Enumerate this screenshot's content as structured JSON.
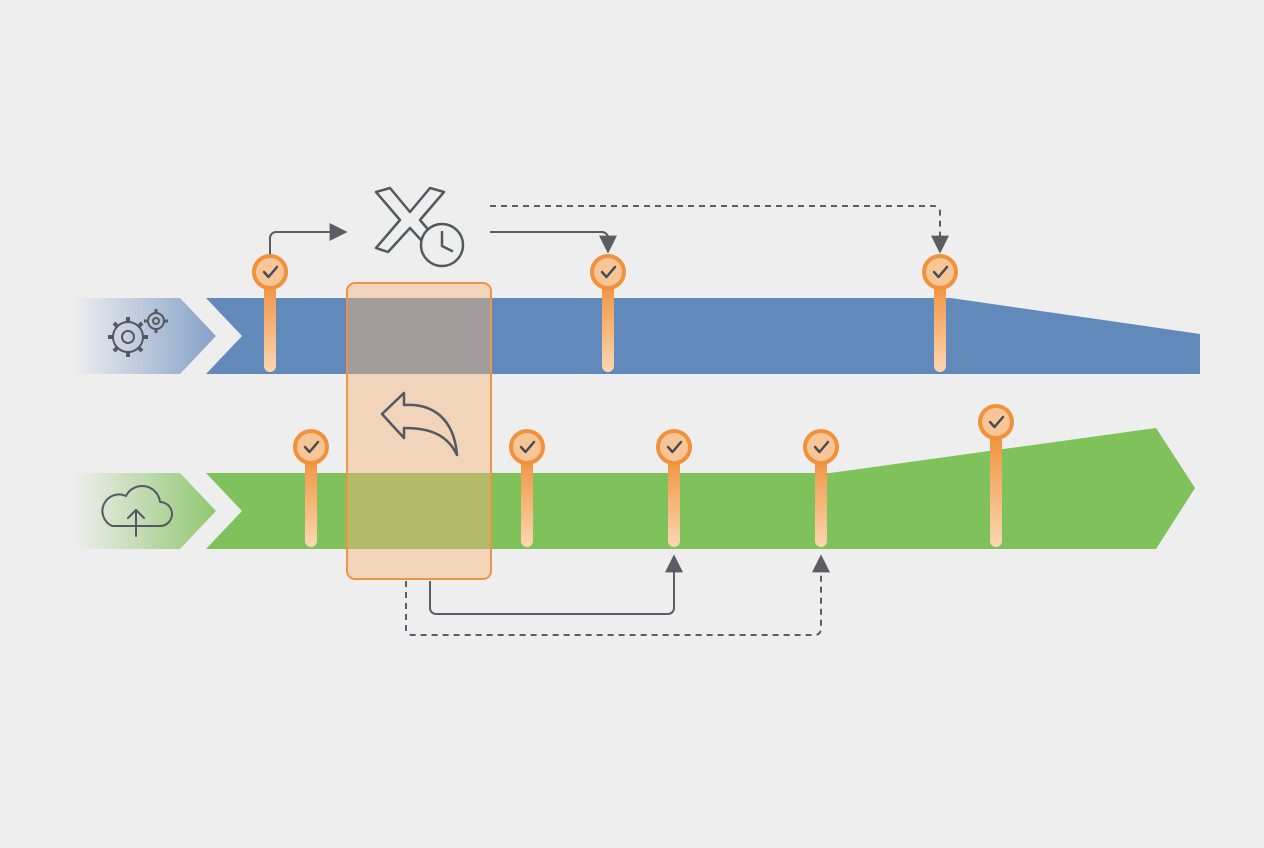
{
  "colors": {
    "background": "#efeeef",
    "blue_lane": "#6189ba",
    "green_lane": "#7fc15a",
    "milestone_orange": "#f0913b",
    "milestone_fill": "#f8c597",
    "rollback_box_fill": "#f6c9a0",
    "rollback_box_stroke": "#ee9448",
    "icon_gray": "#555860",
    "connector_gray": "#5a5d63"
  },
  "lanes": [
    {
      "id": "blue-pipeline",
      "icon": "gears-icon",
      "milestones": 3
    },
    {
      "id": "green-deploy",
      "icon": "cloud-upload-icon",
      "milestones": 5
    }
  ],
  "icons": {
    "failure": "cancel-x-with-clock-icon",
    "rollback": "undo-arrow-icon",
    "milestone": "checkmark-icon"
  }
}
